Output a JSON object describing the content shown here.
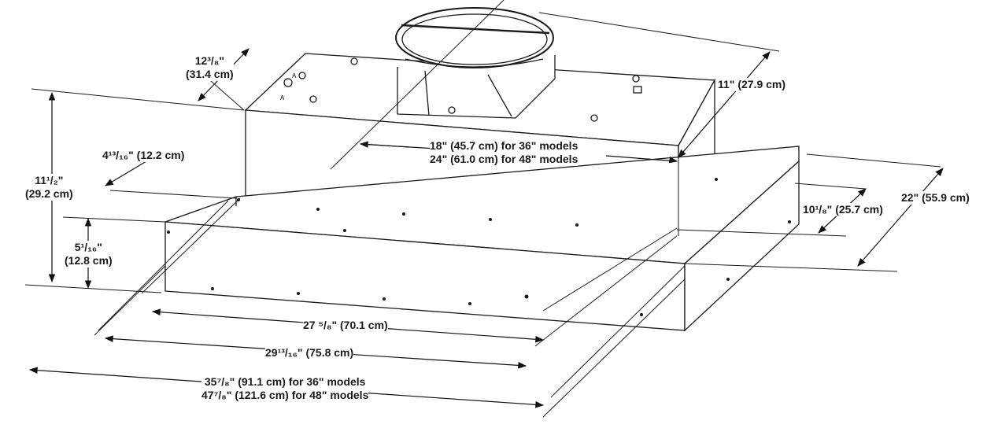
{
  "dimensions": {
    "hood_depth": [
      "12³/₈\"",
      "(31.4 cm)"
    ],
    "duct_height": "11\" (27.9 cm)",
    "housing_width": [
      "18\" (45.7 cm) for 36\" models",
      "24\" (61.0 cm) for 48\" models"
    ],
    "front_offset": "4¹³/₁₆\" (12.2 cm)",
    "total_height": [
      "11¹/₂\"",
      "(29.2 cm)"
    ],
    "liner_height": [
      "5¹/₁₆\"",
      "(12.8 cm)"
    ],
    "liner_depth": "10¹/₈\" (25.7 cm)",
    "overall_depth": "22\" (55.9 cm)",
    "inner_width": "27 ⁵/₈\" (70.1 cm)",
    "liner_width": "29¹³/₁₆\" (75.8 cm)",
    "overall_width": [
      "35⁷/₈\" (91.1 cm) for 36\" models",
      "47⁷/₈\" (121.6 cm) for 48\" models"
    ]
  },
  "markings": {
    "port_label_a": "A"
  }
}
